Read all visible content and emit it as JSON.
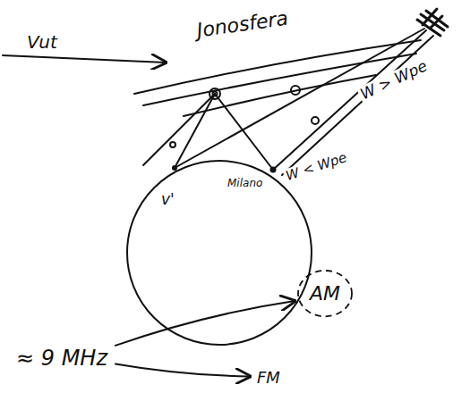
{
  "diagram": {
    "nodes": [
      {
        "text": [
          "≈ 9 MHz"
        ]
      },
      {
        "text": [
          "AM"
        ]
      },
      {
        "text": [
          "FM"
        ]
      }
    ],
    "edges": [
      {
        "from": 0,
        "to": 1,
        "arrow": "to"
      },
      {
        "from": 0,
        "to": 2,
        "arrow": "to"
      }
    ],
    "labels": [
      "Vut",
      "Jonosfera",
      "W > Wpe",
      "W < Wpe",
      "Milano",
      "v'"
    ]
  }
}
